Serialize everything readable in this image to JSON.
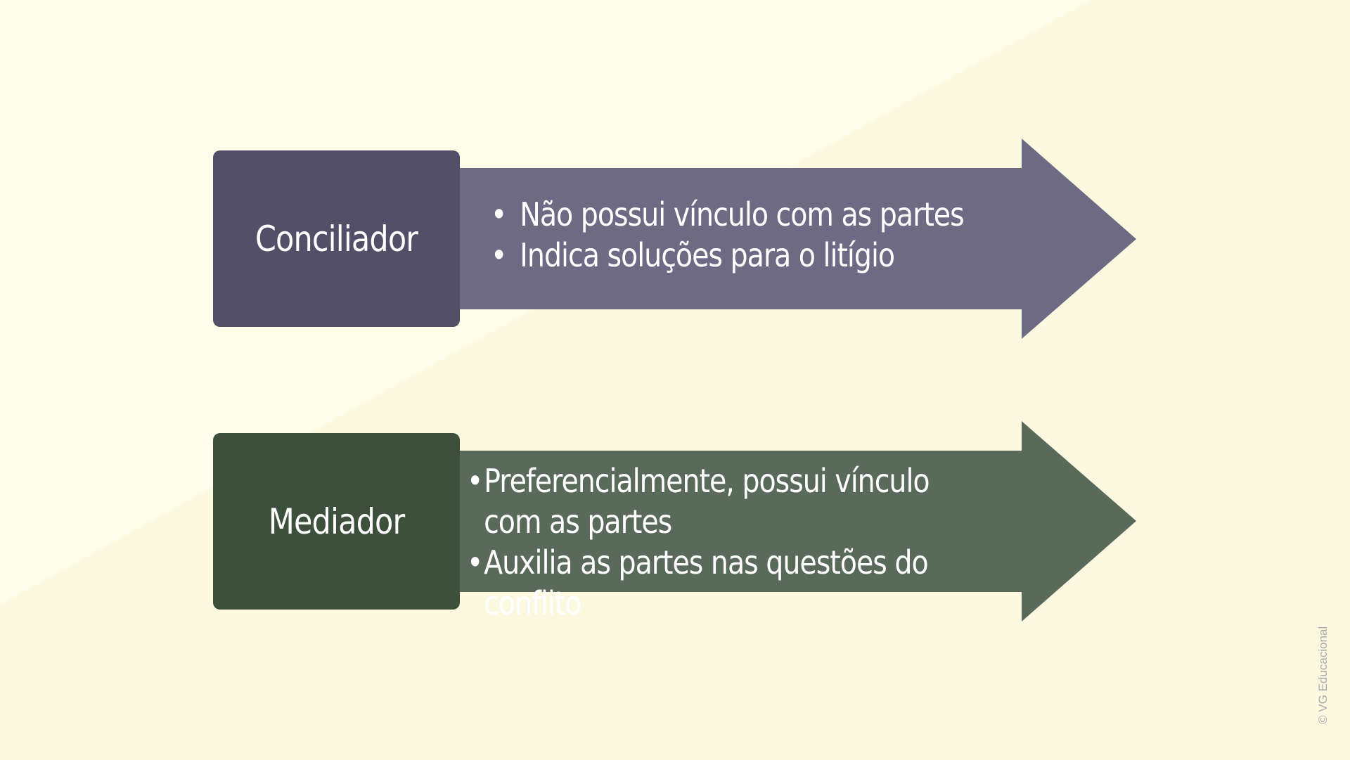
{
  "colors": {
    "background": "#fefbe3",
    "conciliador_box": "#534f69",
    "conciliador_arrow": "#6e6a84",
    "mediador_box": "#3c503c",
    "mediador_arrow": "#5a6a5a",
    "text": "#ffffff",
    "watermark": "#a9a9a9"
  },
  "diagram": {
    "rows": [
      {
        "label": "Conciliador",
        "bullets": [
          "Não possui vínculo com as partes",
          "Indica soluções para o litígio"
        ]
      },
      {
        "label": "Mediador",
        "bullets": [
          "Preferencialmente, possui vínculo com as partes",
          "Auxilia as partes nas questões do conflito"
        ]
      }
    ],
    "bullet_symbol": "•"
  },
  "watermark": "© VG Educacional"
}
